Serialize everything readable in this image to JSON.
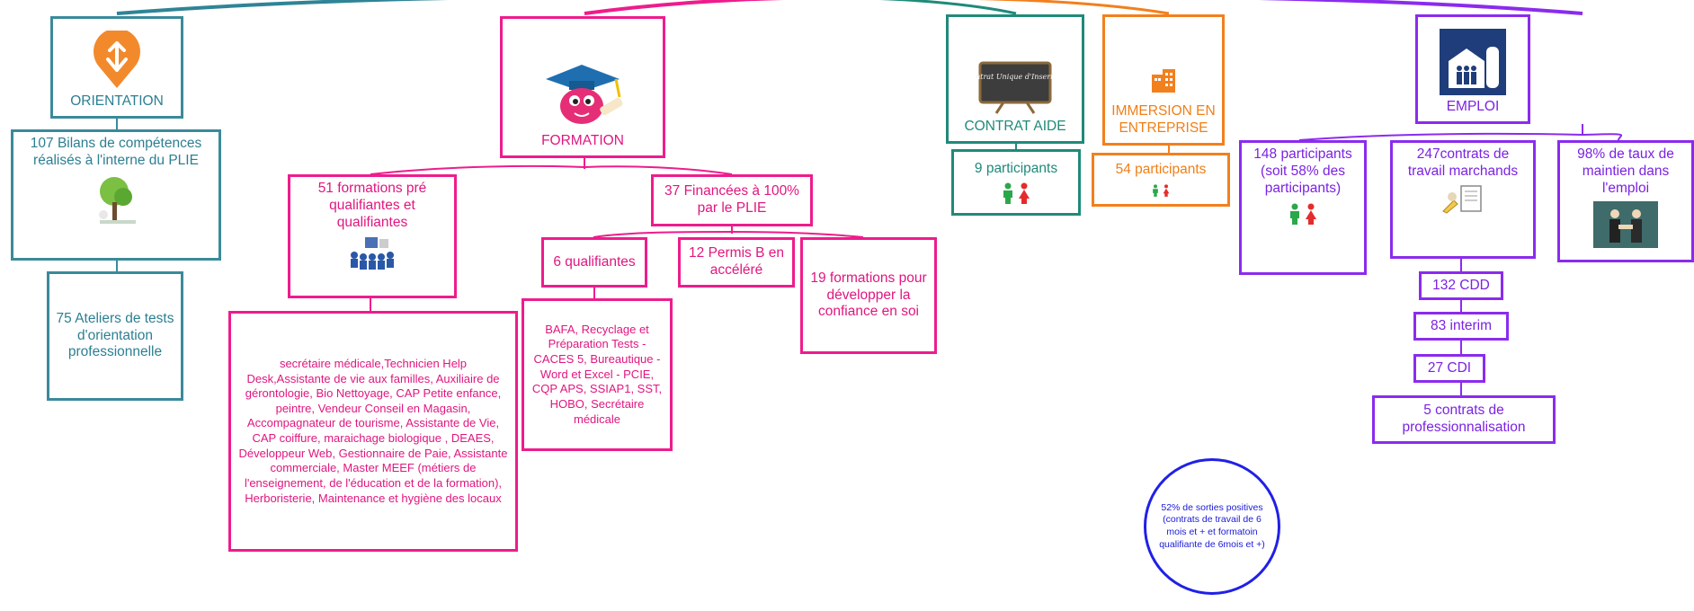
{
  "orientation": {
    "title": "ORIENTATION",
    "bilans": "107 Bilans de compétences réalisés à l'interne du PLIE",
    "ateliers": "75  Ateliers de tests d'orientation professionnelle"
  },
  "formation": {
    "title": "FORMATION",
    "pre_qualifiantes": "51 formations pré qualifiantes et qualifiantes",
    "liste_formations": "secrétaire médicale,Technicien Help Desk,Assistante de vie aux familles, Auxiliaire de gérontologie, Bio Nettoyage, CAP Petite enfance, peintre, Vendeur Conseil en Magasin, Accompagnateur de tourisme, Assistante de Vie, CAP coiffure, maraichage biologique , DEAES, Développeur Web, Gestionnaire de Paie, Assistante commerciale, Master MEEF (métiers de l'enseignement, de l'éducation et de la formation), Herboristerie, Maintenance et hygiène des locaux",
    "financees": "37 Financées à 100% par le PLIE",
    "qualifiantes": "6 qualifiantes",
    "liste_qualifiantes": "BAFA, Recyclage et Préparation Tests - CACES 5, Bureautique - Word et Excel - PCIE, CQP APS, SSIAP1, SST, HOBO, Secrétaire médicale",
    "permis": "12 Permis B en accéléré",
    "confiance": "19 formations pour développer la confiance en soi"
  },
  "contrat_aide": {
    "title": "CONTRAT AIDE",
    "sign_text": "Contrat Unique d'Insertion",
    "participants": "9 participants"
  },
  "immersion": {
    "title": "IMMERSION EN ENTREPRISE",
    "participants": "54 participants"
  },
  "emploi": {
    "title": "EMPLOI",
    "participants": "148 participants (soit 58% des participants)",
    "contrats": "247contrats de travail marchands",
    "maintien": "98% de taux de maintien dans l'emploi",
    "cdd": "132 CDD",
    "interim": "83 interim",
    "cdi": "27 CDI",
    "pro": "5 contrats de professionnalisation"
  },
  "sorties": "52% de sorties positives (contrats de travail de 6 mois et + et formatoin qualifiante de 6mois et +)",
  "colors": {
    "orientation": "#3a8a9a",
    "formation": "#ee1c8c",
    "contrat_aide": "#1f8a7a",
    "immersion": "#f2801d",
    "emploi": "#8b2bee",
    "sorties": "#2020e8"
  }
}
